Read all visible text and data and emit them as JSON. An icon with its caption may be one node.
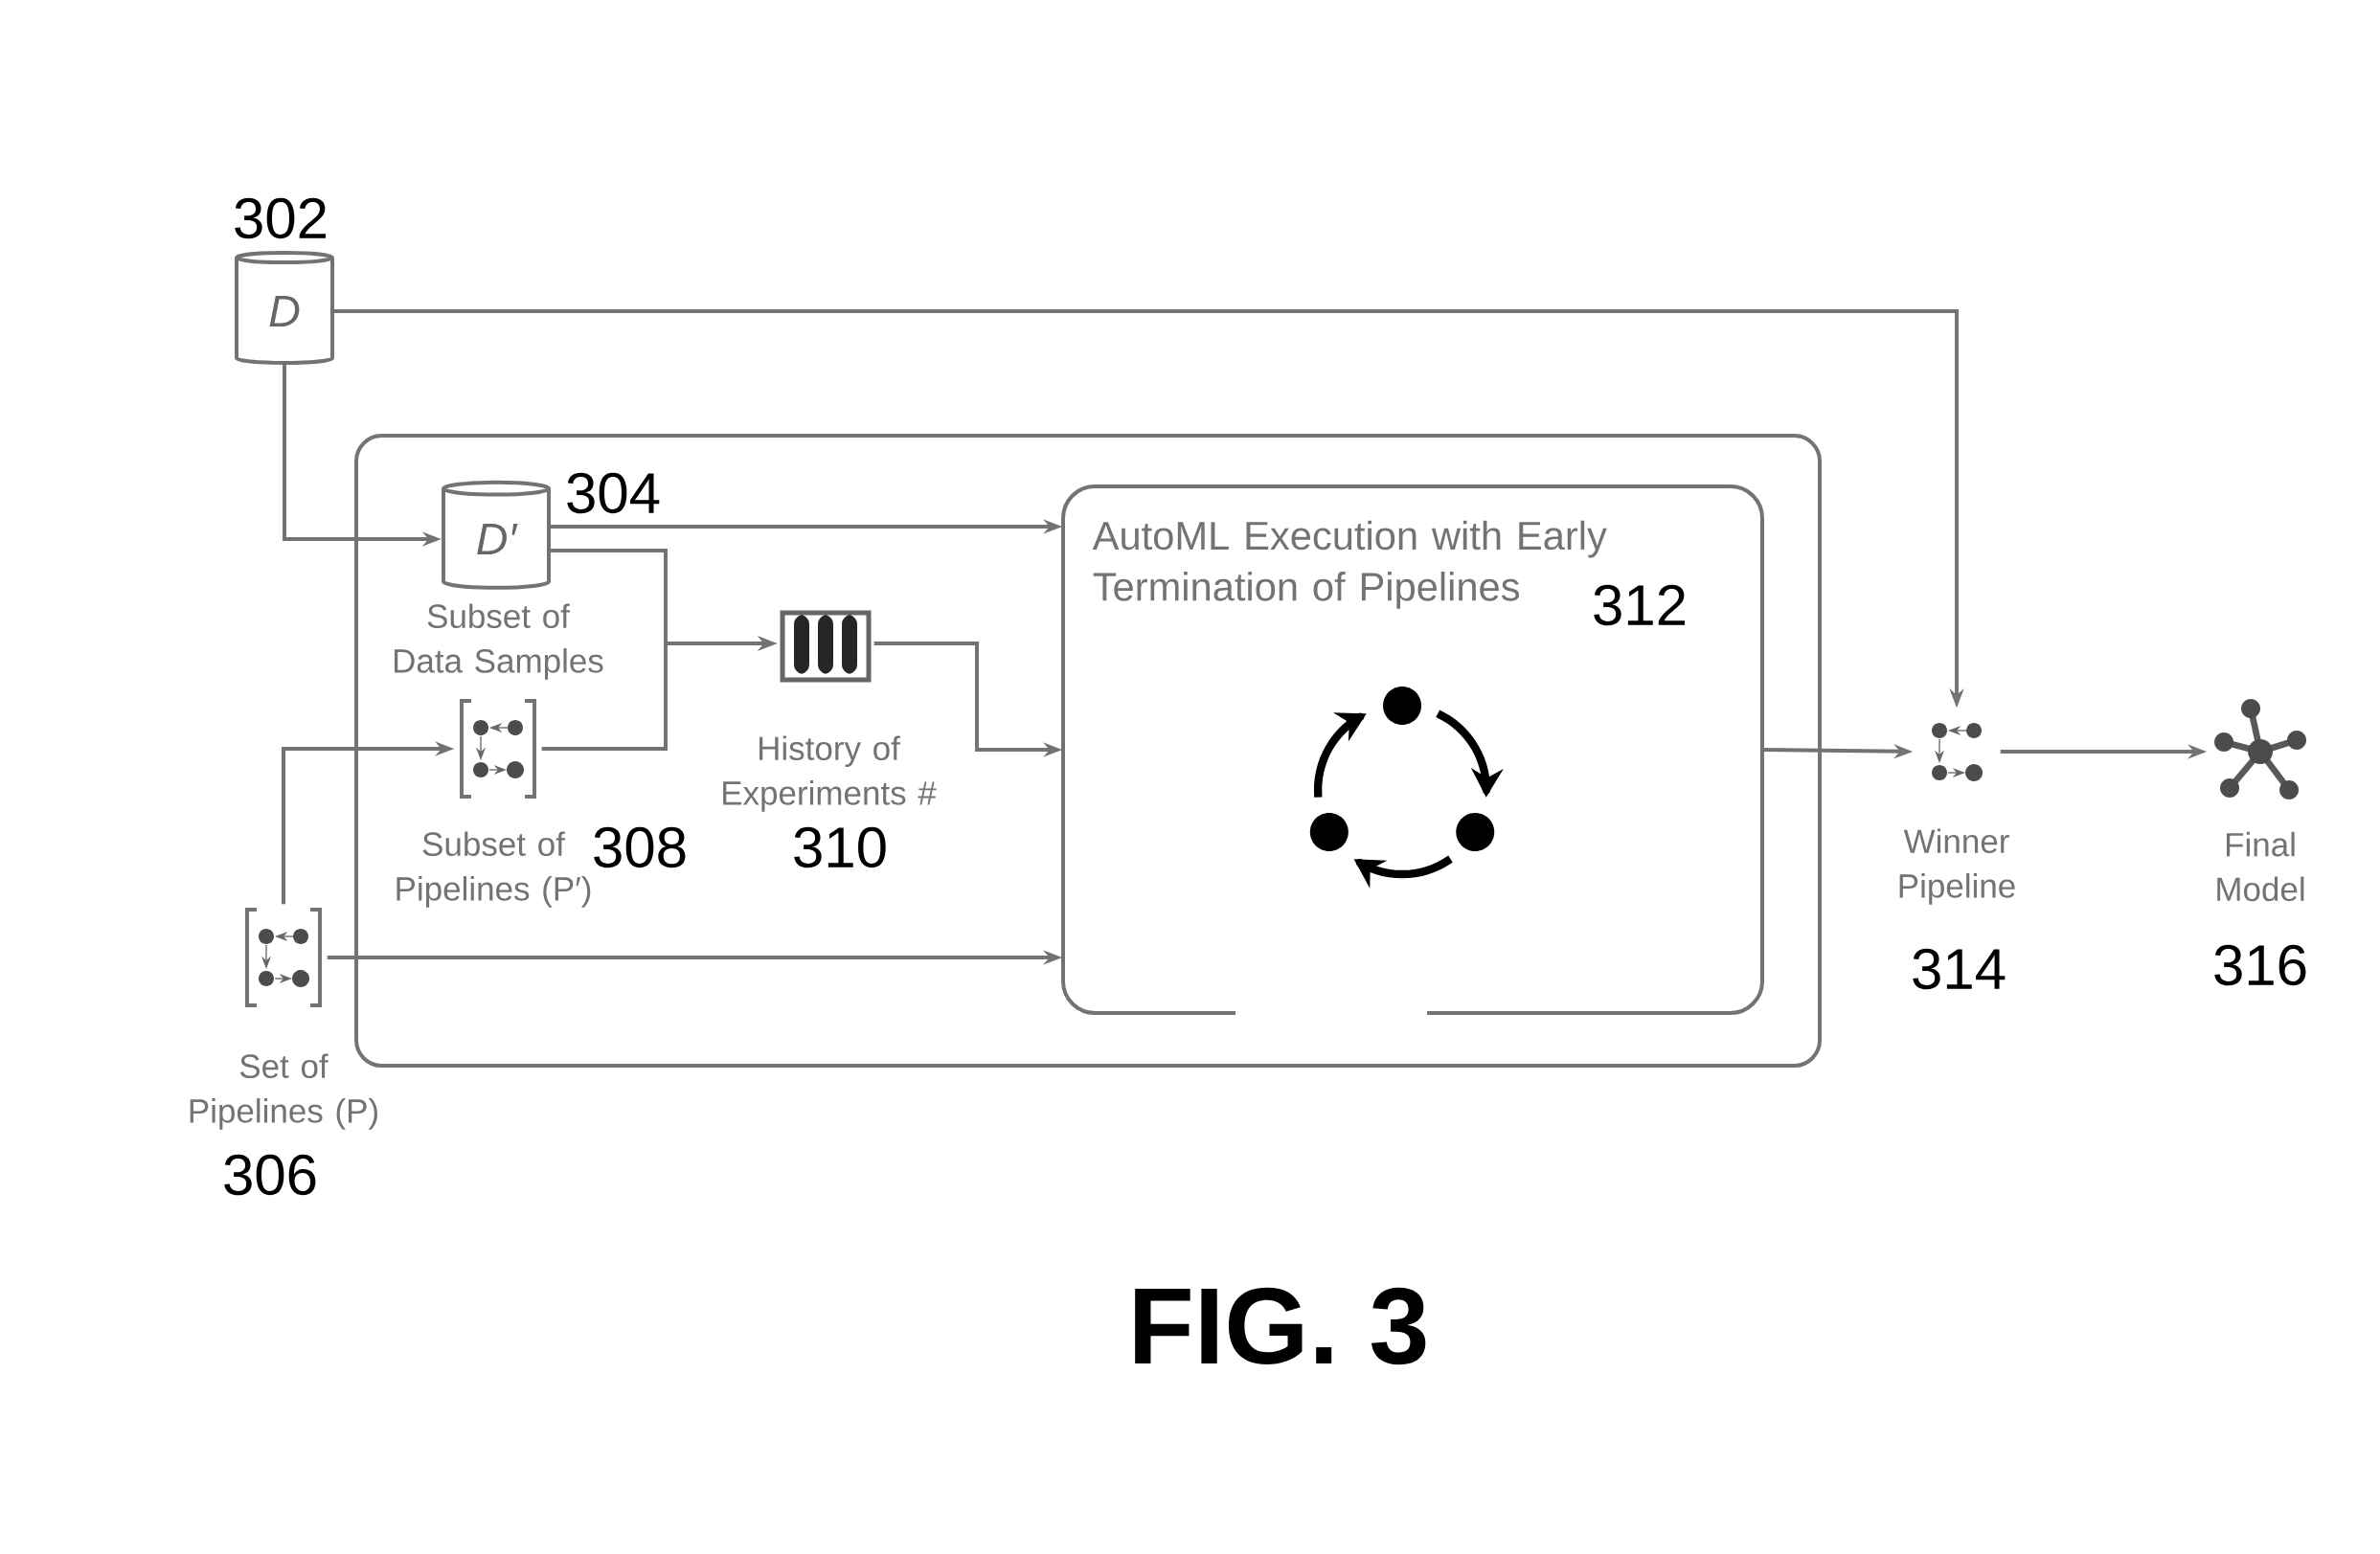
{
  "diagram": {
    "caption": "FIG. 3",
    "nodes": [
      {
        "text": [],
        "shape": "box"
      },
      {
        "text": [
          "D"
        ],
        "beside": [
          "302"
        ]
      },
      {
        "text": [
          "D′"
        ],
        "beside": [
          "304",
          "Subset of Data Samples"
        ],
        "in": 0
      },
      {
        "text": [],
        "shape": "picture",
        "beside": [
          "Subset of Pipelines (P′)",
          "308"
        ],
        "in": 0
      },
      {
        "text": [],
        "shape": "picture",
        "beside": [
          "History of Experiments #",
          "310"
        ],
        "in": 0
      },
      {
        "text": [
          "AutoML Execution with Early Termination of Pipelines",
          "312"
        ],
        "in": 0
      },
      {
        "text": [],
        "shape": "picture",
        "beside": [
          "Set of Pipelines (P)",
          "306"
        ]
      },
      {
        "text": [],
        "shape": "picture",
        "beside": [
          "Winner Pipeline",
          "314"
        ]
      },
      {
        "text": [],
        "shape": "picture",
        "beside": [
          "Final Model",
          "316"
        ]
      }
    ],
    "edges": [
      {
        "from": 1,
        "to": 2,
        "arrow": "to"
      },
      {
        "from": 1,
        "to": 7,
        "arrow": "to"
      },
      {
        "from": 2,
        "to": 5,
        "arrow": "to"
      },
      {
        "from": 2,
        "to": 4,
        "arrow": "to"
      },
      {
        "from": 3,
        "to": 4,
        "arrow": "to"
      },
      {
        "from": 6,
        "to": 3,
        "arrow": "to"
      },
      {
        "from": 4,
        "to": 5,
        "arrow": "to"
      },
      {
        "from": 6,
        "to": 5,
        "arrow": "to"
      },
      {
        "from": 5,
        "to": 7,
        "arrow": "to"
      },
      {
        "from": 7,
        "to": 8,
        "arrow": "to"
      }
    ]
  }
}
